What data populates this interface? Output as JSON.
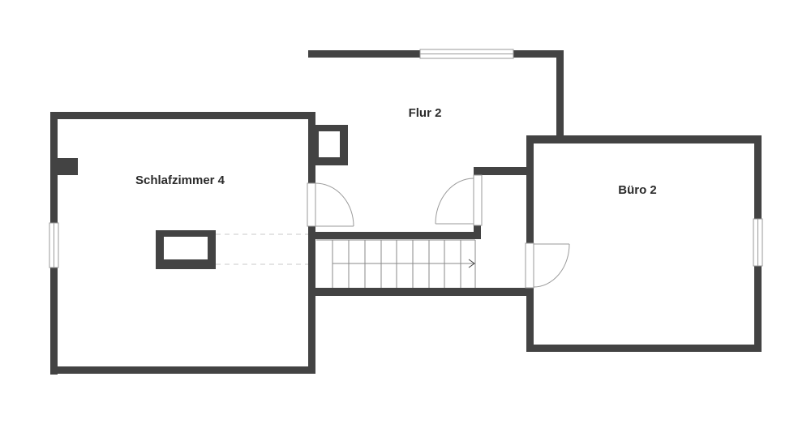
{
  "rooms": [
    {
      "id": "schlafzimmer-4",
      "label": "Schlafzimmer 4"
    },
    {
      "id": "flur-2",
      "label": "Flur 2"
    },
    {
      "id": "buero-2",
      "label": "Büro 2"
    }
  ],
  "colors": {
    "wall": "#434343",
    "background": "#ffffff",
    "fixture": "#9a9a9a"
  }
}
